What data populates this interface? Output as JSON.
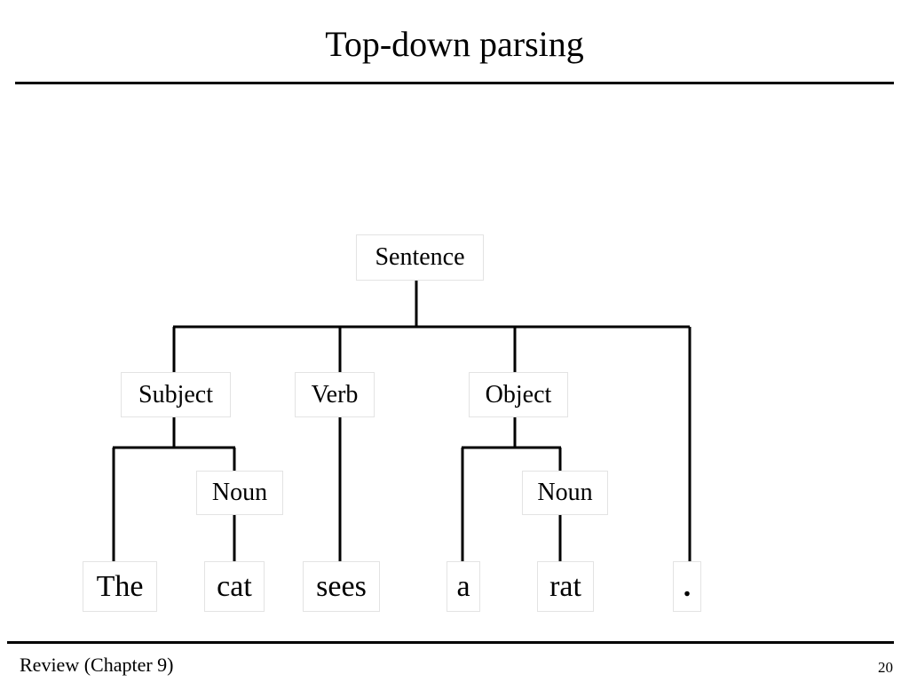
{
  "title": "Top-down parsing",
  "footer": {
    "left": "Review (Chapter 9)",
    "page": "20"
  },
  "tree": {
    "root": "Sentence",
    "level1": {
      "subject": "Subject",
      "verb": "Verb",
      "object": "Object"
    },
    "level2": {
      "subject_noun": "Noun",
      "object_noun": "Noun"
    },
    "words": [
      "The",
      "cat",
      "sees",
      "a",
      "rat",
      "."
    ]
  }
}
